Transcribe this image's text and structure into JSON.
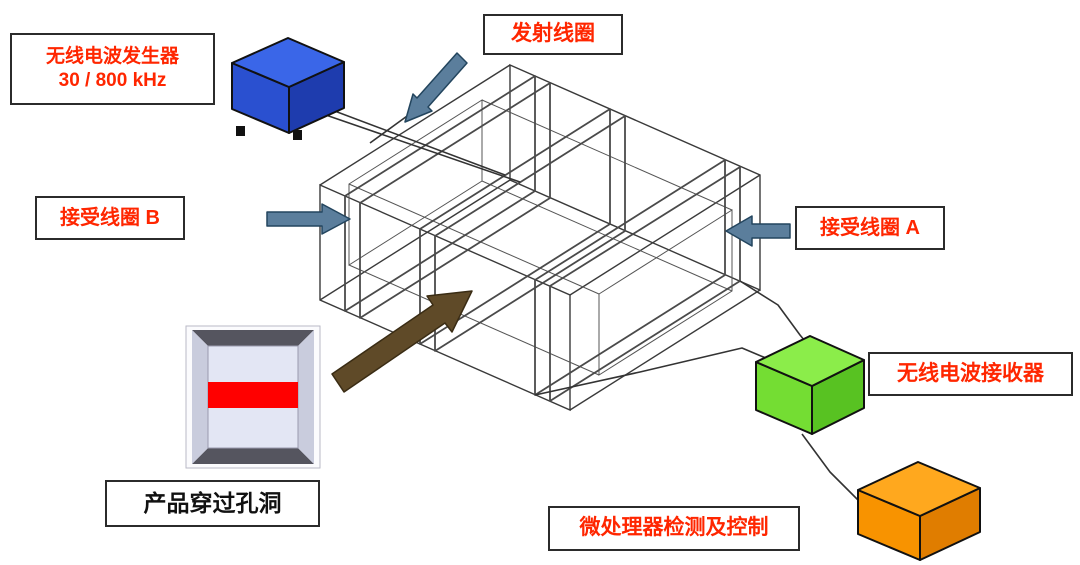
{
  "diagram": {
    "labels": {
      "generator_line1": "无线电波发生器",
      "generator_line2": "30 / 800 kHz",
      "transmit_coil": "发射线圈",
      "receive_coil_b": "接受线圈 B",
      "receive_coil_a": "接受线圈 A",
      "receiver": "无线电波接收器",
      "product_hole": "产品穿过孔洞",
      "microprocessor": "微处理器检测及控制"
    },
    "colors": {
      "label_text": "#ff2600",
      "product_label_text": "#111111",
      "generator_box_top": "#3a66e8",
      "generator_box_left": "#2a50d0",
      "generator_box_right": "#1e3cae",
      "receiver_box_top": "#8bed4a",
      "receiver_box_left": "#74dd33",
      "receiver_box_right": "#58c222",
      "micro_box_top": "#ffa81e",
      "micro_box_left": "#f89300",
      "micro_box_right": "#e07d00",
      "arrow_blue": "#5b7e9c",
      "arrow_brown": "#5f4a28",
      "product_stripe": "#ff0000",
      "wireframe": "#3a3a3a"
    }
  }
}
